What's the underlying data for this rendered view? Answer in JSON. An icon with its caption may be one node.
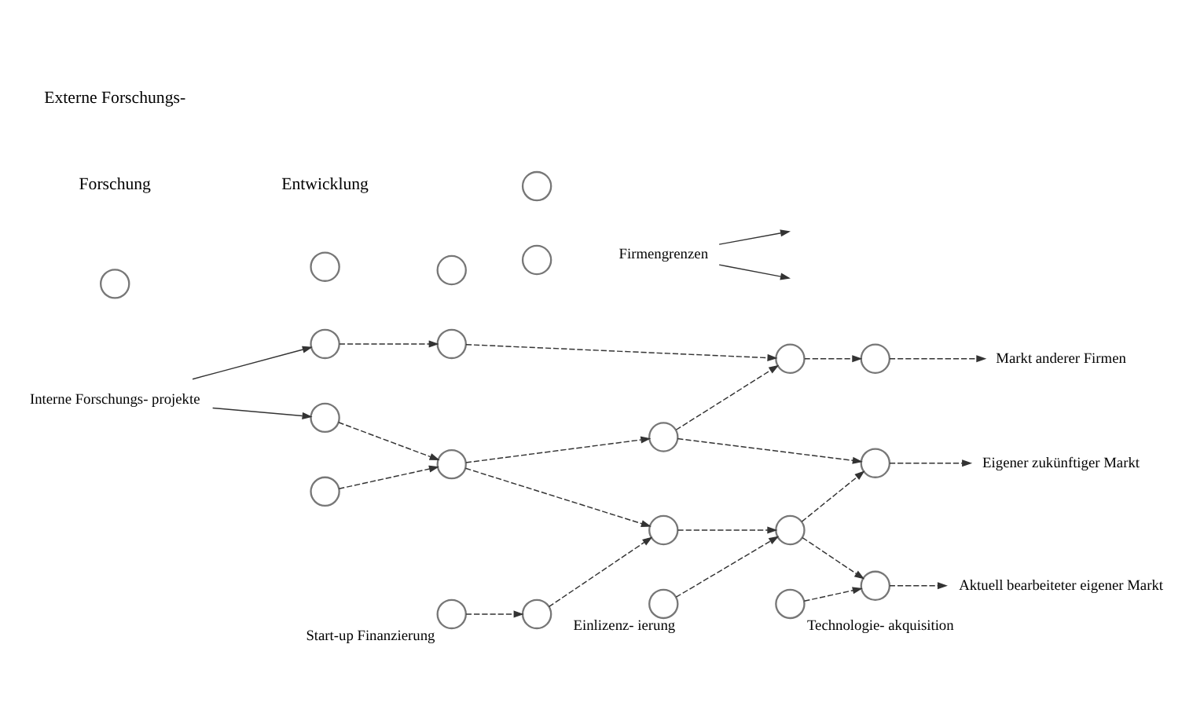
{
  "diagram": {
    "nodes": [
      {
        "text": [
          "Interne Forschungs- projekte"
        ]
      },
      {
        "text": [],
        "shape": "circle"
      },
      {
        "text": [],
        "shape": "circle"
      },
      {
        "text": [],
        "shape": "circle"
      },
      {
        "text": [],
        "shape": "circle"
      },
      {
        "text": [],
        "shape": "circle"
      },
      {
        "text": [],
        "shape": "circle"
      },
      {
        "text": [],
        "shape": "circle"
      },
      {
        "text": [],
        "shape": "circle"
      },
      {
        "text": [],
        "shape": "circle",
        "beside": [
          "Start-up Finanzierung"
        ]
      },
      {
        "text": [],
        "shape": "circle"
      },
      {
        "text": [],
        "shape": "circle"
      },
      {
        "text": [],
        "shape": "circle"
      },
      {
        "text": [],
        "shape": "circle"
      },
      {
        "text": [],
        "shape": "circle"
      },
      {
        "text": [],
        "shape": "circle"
      },
      {
        "text": [],
        "shape": "circle"
      },
      {
        "text": [],
        "shape": "circle"
      },
      {
        "text": [],
        "shape": "circle"
      },
      {
        "text": [],
        "shape": "circle"
      },
      {
        "text": [],
        "shape": "circle",
        "beside": [
          "Einlizenz- ierung"
        ]
      },
      {
        "text": [],
        "shape": "circle",
        "beside": [
          "Technologie- akquisition"
        ]
      },
      {
        "text": [
          "Markt anderer Firmen"
        ]
      },
      {
        "text": [
          "Eigener zukünftiger Markt"
        ]
      },
      {
        "text": [
          "Aktuell bearbeiteter eigener Markt"
        ]
      },
      {
        "text": [
          "Firmengrenzen"
        ]
      }
    ],
    "edges": [
      {
        "from": 0,
        "to": 2,
        "arrow": "to"
      },
      {
        "from": 0,
        "to": 3,
        "arrow": "to"
      },
      {
        "from": 2,
        "to": 4,
        "arrow": "to",
        "style": "dashed"
      },
      {
        "from": 3,
        "to": 5,
        "arrow": "to",
        "style": "dashed"
      },
      {
        "from": 4,
        "to": 13,
        "arrow": "to",
        "style": "dashed"
      },
      {
        "from": 5,
        "to": 15,
        "arrow": "to",
        "style": "dashed"
      },
      {
        "from": 5,
        "to": 17,
        "arrow": "to",
        "style": "dashed"
      },
      {
        "from": 6,
        "to": 17,
        "arrow": "to",
        "style": "dashed"
      },
      {
        "from": 9,
        "to": 6,
        "arrow": "to",
        "style": "dashed"
      },
      {
        "from": 10,
        "to": 5,
        "arrow": "to",
        "style": "dashed"
      },
      {
        "from": 15,
        "to": 13,
        "arrow": "to",
        "style": "dashed"
      },
      {
        "from": 13,
        "to": 14,
        "arrow": "to",
        "style": "dashed"
      },
      {
        "from": 14,
        "to": 22,
        "arrow": "to",
        "style": "dashed"
      },
      {
        "from": 15,
        "to": 16,
        "arrow": "to",
        "style": "dashed"
      },
      {
        "from": 16,
        "to": 23,
        "arrow": "to",
        "style": "dashed"
      },
      {
        "from": 17,
        "to": 18,
        "arrow": "to",
        "style": "dashed"
      },
      {
        "from": 18,
        "to": 19,
        "arrow": "to",
        "style": "dashed"
      },
      {
        "from": 19,
        "to": 24,
        "arrow": "to",
        "style": "dashed"
      },
      {
        "from": 18,
        "to": 16,
        "arrow": "to",
        "style": "dashed"
      },
      {
        "from": 20,
        "to": 18,
        "arrow": "to",
        "style": "dashed"
      },
      {
        "from": 21,
        "to": 19,
        "arrow": "to",
        "style": "dashed"
      },
      {
        "from": 25,
        "to": null,
        "arrow": "to"
      },
      {
        "from": 25,
        "to": null,
        "arrow": "to"
      }
    ],
    "labels": [
      "Forschung",
      "Entwicklung",
      "Externe Forschungs-"
    ]
  }
}
